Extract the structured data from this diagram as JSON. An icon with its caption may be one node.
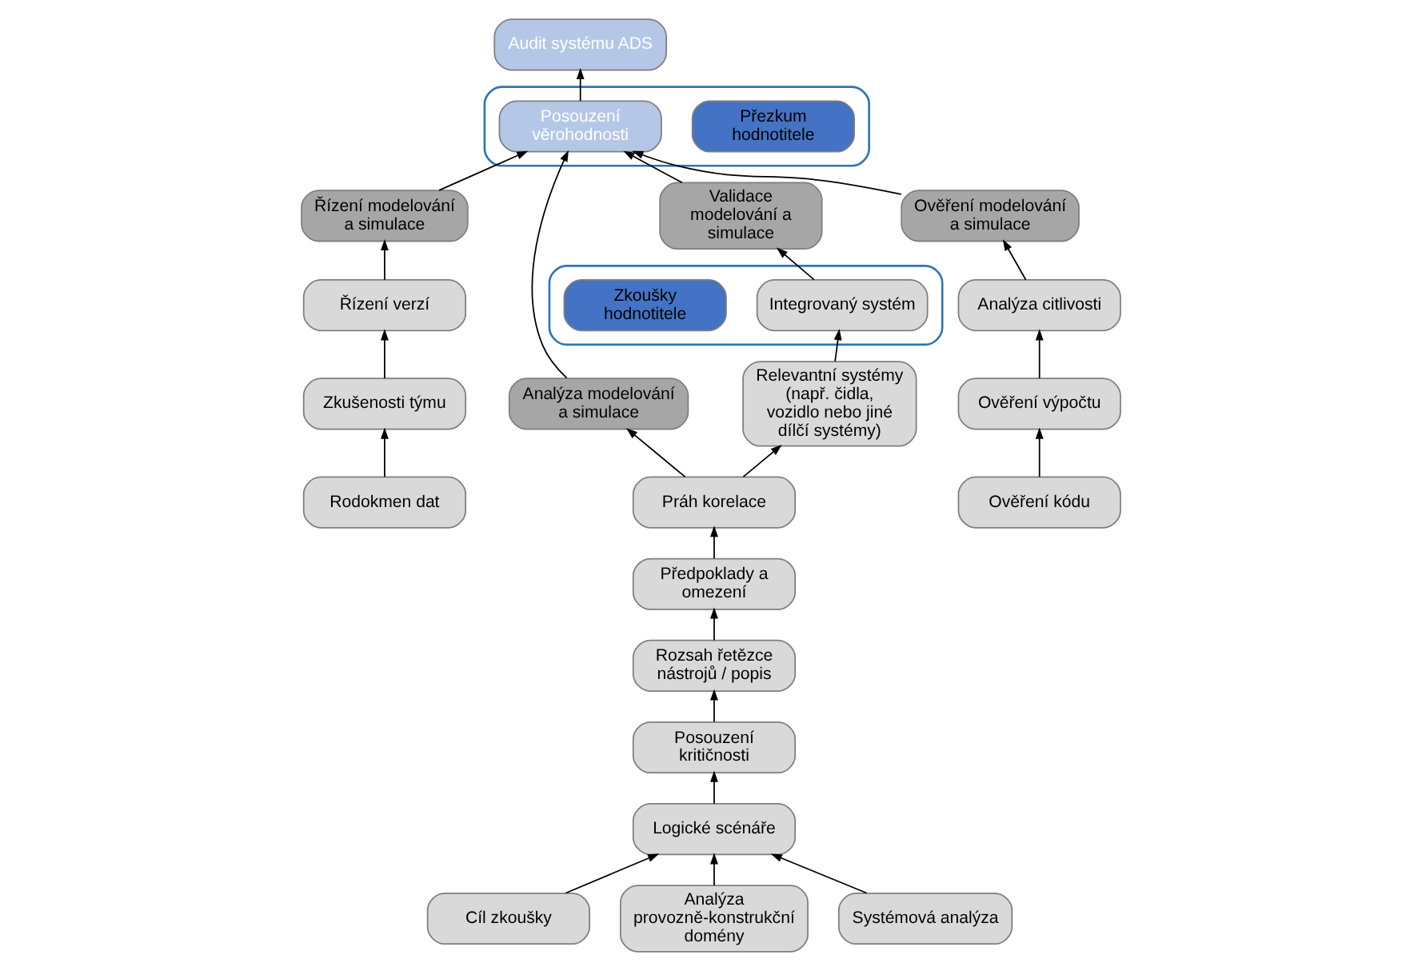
{
  "diagram": {
    "nodes": [
      {
        "text": [
          "Audit systému ADS"
        ]
      },
      {
        "text": [],
        "shape": "box"
      },
      {
        "text": [
          "Přezkum hodnotitele"
        ],
        "in": 1
      },
      {
        "text": [
          "Posouzení věrohodnosti"
        ],
        "in": 1
      },
      {
        "text": [
          "Řízení modelování a simulace"
        ]
      },
      {
        "text": [
          "Analýza modelování a simulace"
        ]
      },
      {
        "text": [
          "Ověření modelování a simulace"
        ]
      },
      {
        "text": [
          "Validace modelování a simulace"
        ]
      },
      {
        "text": [
          "Řízení verzí"
        ]
      },
      {
        "text": [
          "Zkušenosti týmu"
        ]
      },
      {
        "text": [
          "Rodokmen dat"
        ]
      },
      {
        "text": [
          "Práh korelace"
        ]
      },
      {
        "text": [
          "Předpoklady a omezení"
        ]
      },
      {
        "text": [
          "Rozsah řetězce nástrojů / popis"
        ]
      },
      {
        "text": [
          "Posouzení kritičnosti"
        ]
      },
      {
        "text": [
          "Logické scénáře"
        ]
      },
      {
        "text": [
          "Cíl zkoušky"
        ]
      },
      {
        "text": [
          "Analýza provozně-konstrukční domény"
        ]
      },
      {
        "text": [
          "Systémová analýza"
        ]
      },
      {
        "text": [
          "Analýza citlivosti"
        ]
      },
      {
        "text": [
          "Ověření výpočtu"
        ]
      },
      {
        "text": [
          "Ověření kódu"
        ]
      },
      {
        "text": [],
        "shape": "box"
      },
      {
        "text": [
          "Integrovaný systém"
        ],
        "in": 22
      },
      {
        "text": [
          "Zkoušky hodnotitele"
        ],
        "in": 22
      },
      {
        "text": [
          "Relevantní systémy (např. čidla, vozidlo nebo jiné dílčí systémy)"
        ]
      }
    ],
    "edges": [
      {
        "from": 3,
        "to": 0,
        "arrow": "to"
      },
      {
        "from": 4,
        "to": 3,
        "arrow": "to"
      },
      {
        "from": 5,
        "to": 3,
        "arrow": "to"
      },
      {
        "from": 6,
        "to": 3,
        "arrow": "to"
      },
      {
        "from": 7,
        "to": 3,
        "arrow": "to"
      },
      {
        "from": 8,
        "to": 4,
        "arrow": "to"
      },
      {
        "from": 9,
        "to": 8,
        "arrow": "to"
      },
      {
        "from": 10,
        "to": 9,
        "arrow": "to"
      },
      {
        "from": 11,
        "to": 5,
        "arrow": "to"
      },
      {
        "from": 12,
        "to": 11,
        "arrow": "to"
      },
      {
        "from": 13,
        "to": 12,
        "arrow": "to"
      },
      {
        "from": 14,
        "to": 13,
        "arrow": "to"
      },
      {
        "from": 15,
        "to": 14,
        "arrow": "to"
      },
      {
        "from": 16,
        "to": 15,
        "arrow": "to"
      },
      {
        "from": 17,
        "to": 15,
        "arrow": "to"
      },
      {
        "from": 18,
        "to": 15,
        "arrow": "to"
      },
      {
        "from": 19,
        "to": 6,
        "arrow": "to"
      },
      {
        "from": 20,
        "to": 19,
        "arrow": "to"
      },
      {
        "from": 21,
        "to": 20,
        "arrow": "to"
      },
      {
        "from": 23,
        "to": 7,
        "arrow": "to"
      },
      {
        "from": 25,
        "to": 23,
        "arrow": "to"
      },
      {
        "from": 11,
        "to": 25,
        "arrow": "to"
      }
    ]
  }
}
